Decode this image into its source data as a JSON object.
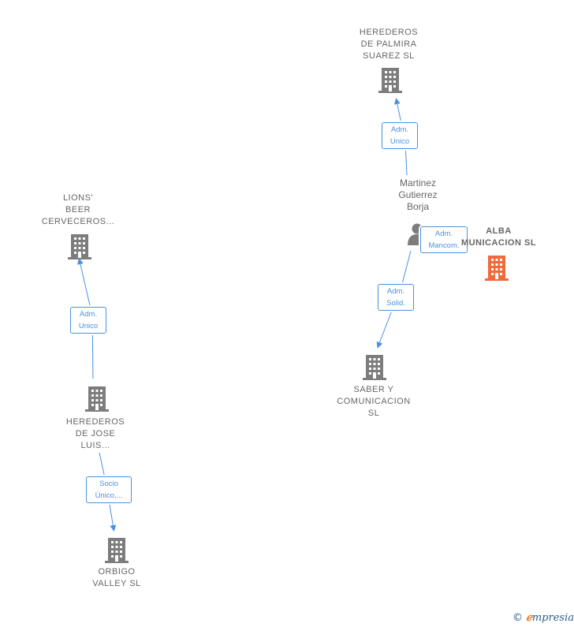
{
  "colors": {
    "company": "#7d7d7d",
    "focus": "#f06a3a",
    "edge": "#4a90e2",
    "person": "#7d7d7d"
  },
  "nodes": {
    "herederos_palmira": {
      "label": "HEREDEROS\nDE PALMIRA\nSUAREZ  SL",
      "icon": "building-icon"
    },
    "martinez": {
      "label": "Martinez\nGutierrez\nBorja",
      "icon": "person-icon"
    },
    "alba": {
      "label": "ALBA\nMUNICACION SL",
      "icon": "building-icon"
    },
    "saber": {
      "label": "SABER Y\nCOMUNICACION\nSL",
      "icon": "building-icon"
    },
    "lions": {
      "label": "LIONS'\nBEER\nCERVECEROS...",
      "icon": "building-icon"
    },
    "herederos_jose": {
      "label": "HEREDEROS\nDE JOSE\nLUIS...",
      "icon": "building-icon"
    },
    "orbigo": {
      "label": "ORBIGO\nVALLEY  SL",
      "icon": "building-icon"
    }
  },
  "edges": {
    "martinez_palmira": "Adm.\nUnico",
    "martinez_alba": "Adm.\nMancom.",
    "martinez_saber": "Adm.\nSolid.",
    "jose_lions": "Adm.\nUnico",
    "jose_orbigo": "Socio\nÚnico,..."
  },
  "footer": {
    "copyright": "©",
    "brand_e": "ℯ",
    "brand_rest": "mpresia"
  }
}
